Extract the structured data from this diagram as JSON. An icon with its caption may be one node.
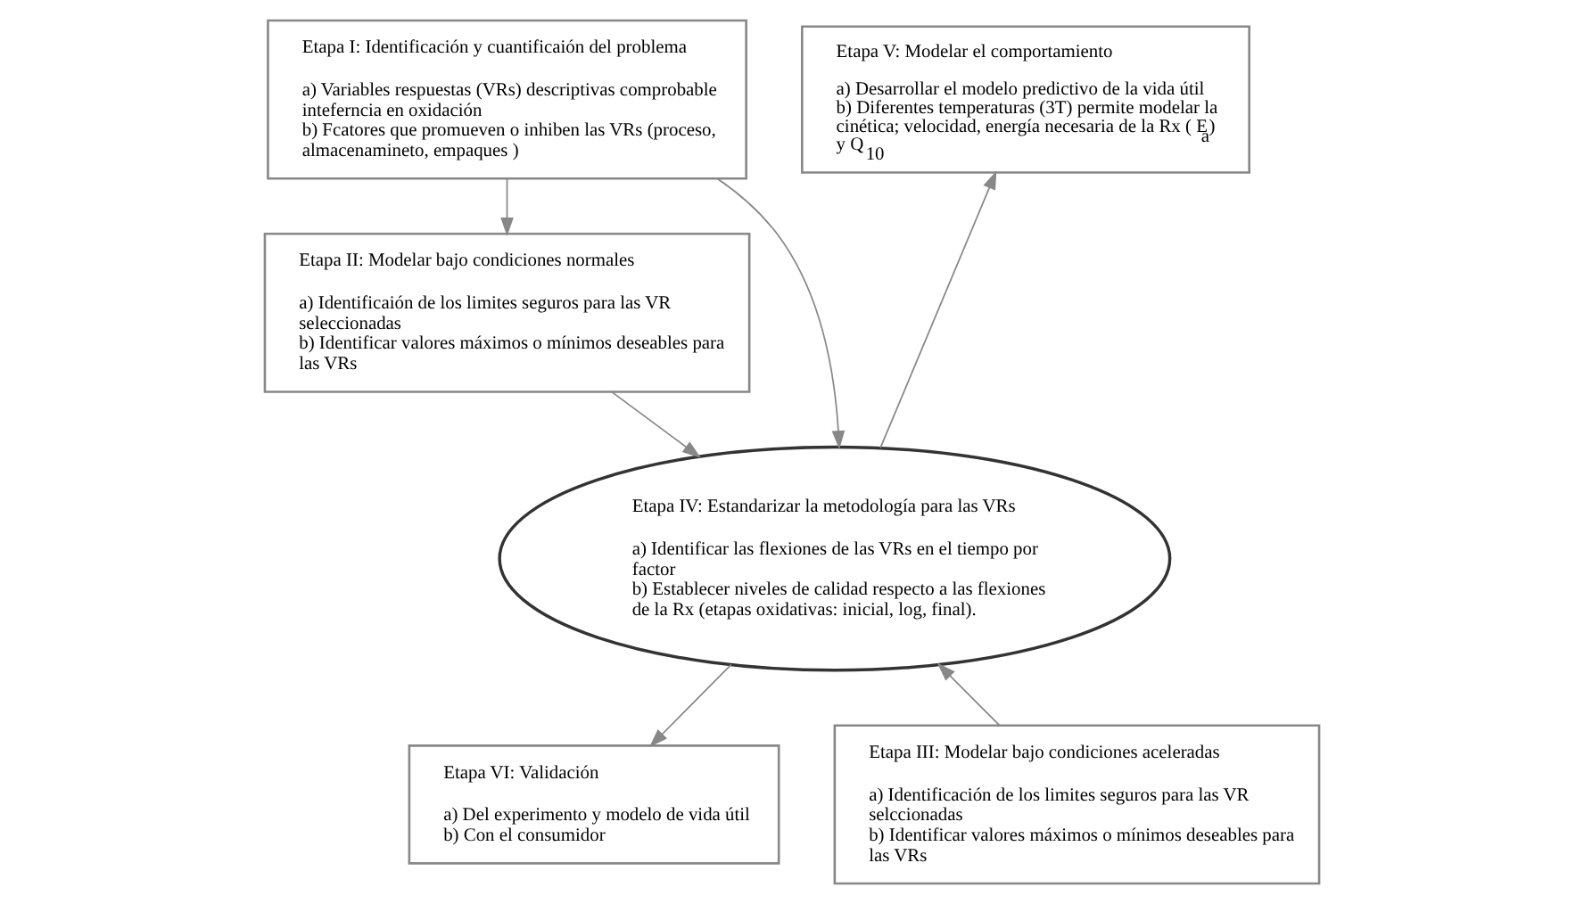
{
  "diagram": {
    "nodes": [
      {
        "text": [
          "Etapa I: Identificación y cuantificaión del problema",
          "a) Variables respuestas (VRs) descriptivas comprobable inteferncia en oxidación",
          "b) Fcatores que promueven o inhiben las VRs (proceso, almacenamineto, empaques )"
        ]
      },
      {
        "text": [
          "Etapa V: Modelar el comportamiento",
          "a) Desarrollar el modelo predictivo de la vida útil",
          "b) Diferentes temperaturas (3T) permite modelar la cinética; velocidad, energía necesaria de la Rx ( E$_{a}$) y Q$_{10}$"
        ]
      },
      {
        "text": [
          "Etapa II: Modelar bajo condiciones normales",
          "a) Identificaión de los limites seguros para las VR seleccionadas",
          "b) Identificar valores máximos o mínimos deseables para las VRs"
        ]
      },
      {
        "text": [
          "Etapa IV: Estandarizar la metodología para las VRs",
          "a) Identificar las flexiones de las VRs en el tiempo por factor",
          "b) Establecer niveles de calidad respecto a las flexiones de la Rx (etapas oxidativas: inicial, log, final)."
        ]
      },
      {
        "text": [
          "Etapa III: Modelar bajo condiciones aceleradas",
          "a) Identificación de los limites seguros para las VR selccionadas",
          "b) Identificar valores máximos o mínimos deseables para las VRs"
        ]
      },
      {
        "text": [
          "Etapa VI: Validación",
          "a) Del experimento y modelo de vida útil",
          "b) Con el consumidor"
        ]
      }
    ],
    "edges": [
      {
        "from": 0,
        "to": 2,
        "arrow": "to"
      },
      {
        "from": 0,
        "to": 3,
        "arrow": "to"
      },
      {
        "from": 2,
        "to": 3,
        "arrow": "to"
      },
      {
        "from": 4,
        "to": 3,
        "arrow": "to"
      },
      {
        "from": 3,
        "to": 1,
        "arrow": "to"
      },
      {
        "from": 3,
        "to": 5,
        "arrow": "to"
      }
    ]
  }
}
